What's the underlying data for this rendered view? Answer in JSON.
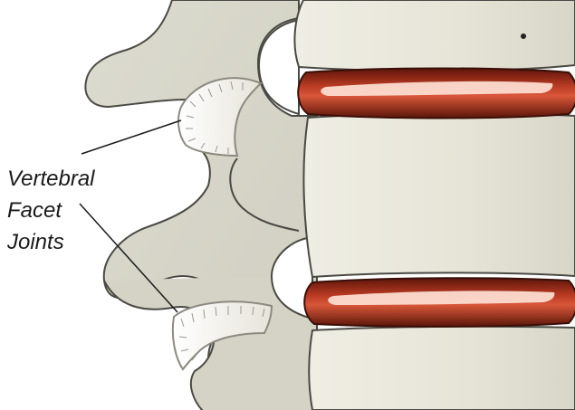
{
  "annotation": {
    "label_lines": [
      "Vertebral",
      "Facet",
      "Joints"
    ]
  },
  "colors": {
    "bone_fill": "#d9d8cb",
    "bone_outline": "#4a4a44",
    "vertebral_body_fill": "#e8e6da",
    "disc_outer": "#6e1e10",
    "disc_inner": "#c8432a",
    "disc_highlight": "#ffe4d8",
    "cartilage_fill": "#f4f2ea",
    "cartilage_stroke": "#8c8a80",
    "leader_line": "#1a1a1a"
  }
}
